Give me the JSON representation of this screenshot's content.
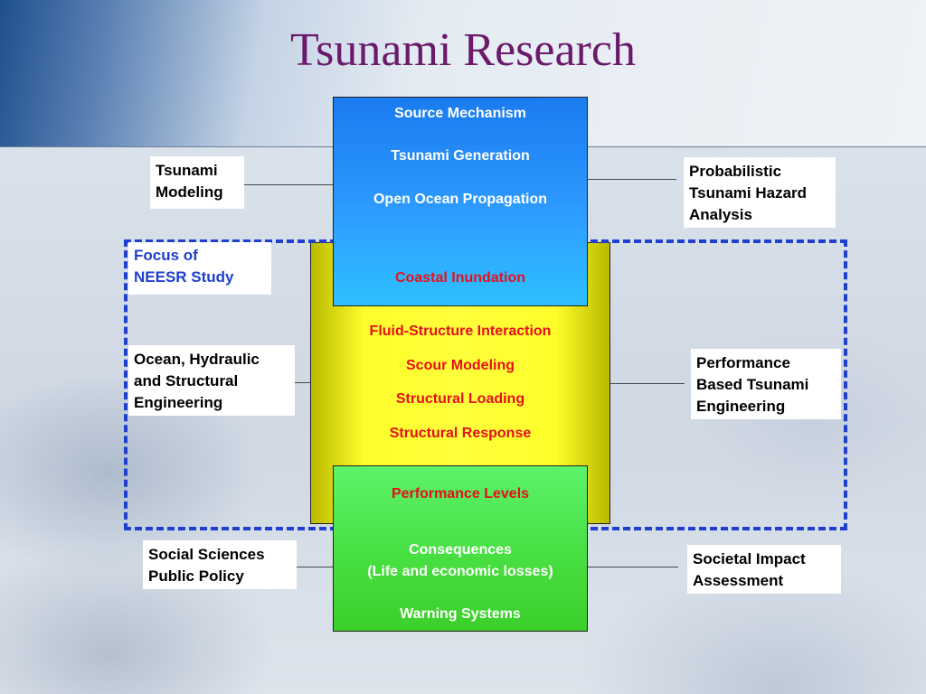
{
  "title": "Tsunami Research",
  "colors": {
    "title": "#6b1a6b",
    "dashed_border": "#1f3fd0",
    "blue_box": "#2d9bff",
    "yellow_box": "#ffff3c",
    "green_box": "#46dd3e",
    "red_text": "#e6101c"
  },
  "focus_label": [
    "Focus of",
    "NEESR Study"
  ],
  "left_labels": {
    "top": [
      "Tsunami",
      "Modeling"
    ],
    "middle": [
      "Ocean, Hydraulic",
      "and Structural",
      "Engineering"
    ],
    "bottom": [
      "Social Sciences",
      "Public Policy"
    ]
  },
  "right_labels": {
    "top": [
      "Probabilistic",
      "Tsunami Hazard",
      "Analysis"
    ],
    "middle": [
      "Performance",
      "Based  Tsunami",
      "Engineering"
    ],
    "bottom": [
      "Societal Impact",
      "Assessment"
    ]
  },
  "blue_box": {
    "items": [
      "Source Mechanism",
      "Tsunami Generation",
      "Open Ocean Propagation"
    ],
    "highlight": "Coastal Inundation"
  },
  "yellow_box": {
    "items": [
      "Fluid-Structure Interaction",
      "Scour Modeling",
      "Structural Loading",
      "Structural Response"
    ]
  },
  "green_box": {
    "highlight": "Performance Levels",
    "items": [
      "Consequences",
      "(Life and economic losses)",
      "Warning Systems"
    ]
  }
}
